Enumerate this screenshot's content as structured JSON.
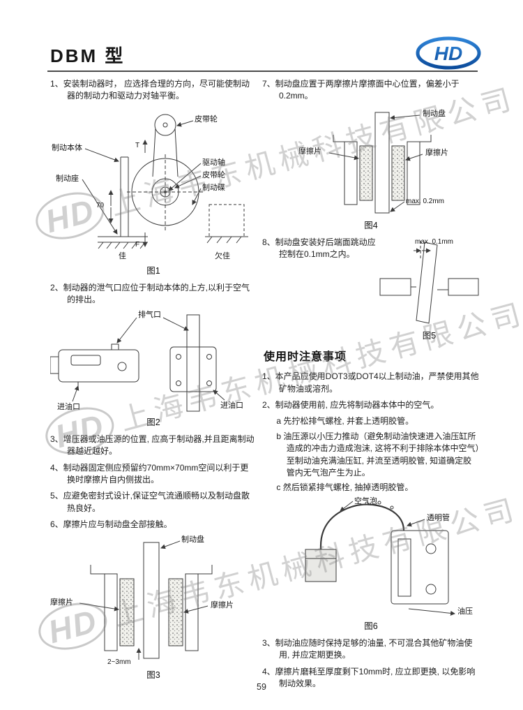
{
  "header": {
    "title": "DBM 型",
    "logo_text": "HD"
  },
  "watermark": {
    "logo": "HD",
    "text": "上海韦东机械科技有限公司"
  },
  "footer": {
    "page_number": "59"
  },
  "left": {
    "item1": "1、安装制动器时， 应选择合理的方向，尽可能使制动器的制动力和驱动力对轴平衡。",
    "item2": "2、制动器的泄气口应位于制动本体的上方,以利于空气的排出。",
    "item3": "3、增压器或油压源的位置, 应高于制动器,并且距离制动器越近越好。",
    "item4": "4、制动器固定侧应预留约70mm×70mm空间以利于更换时摩擦片自内侧拔出。",
    "item5": "5、应避免密封式设计,保证空气流通顺畅以及制动盘散热良好。",
    "item6": "6、摩擦片应与制动盘全部接触。"
  },
  "right": {
    "item7": "7、制动盘应置于两摩擦片摩擦面中心位置，偏差小于0.2mm。",
    "item8": "8、制动盘安装好后端面跳动应控制在0.1mm之内。",
    "notes_heading": "使用时注意事项",
    "note1": "1、本产品应使用DOT3或DOT4以上制动油，严禁使用其他矿物油或溶剂。",
    "note2": "2、制动器使用前, 应先将制动器本体中的空气。",
    "note2a": "a 先拧松排气螺栓, 并套上透明胶管。",
    "note2b": "b 油压源以小压力推动（避免制动油快速进入油压缸所造成的冲击力造成泡沫, 这将不利于排除本体中空气）至制动油充满油压缸, 并流至透明胶管, 知道确定胶管内无气泡产生为止。",
    "note2c": "c 然后锁紧排气螺栓, 抽掉透明胶管。",
    "note3": "3、制动油应随时保持足够的油量, 不可混合其他矿物油使用, 并应定期更换。",
    "note4": "4、摩擦片磨耗至厚度剩下10mm时, 应立即更换, 以免影响制动效果。"
  },
  "fig1": {
    "caption": "图1",
    "labels": {
      "belt_pulley_top": "皮带轮",
      "drive_shaft": "驱动轴",
      "belt_pulley_inner": "皮带轮",
      "brake_disc": "制动碟",
      "brake_body": "制动本体",
      "brake_seat": "制动座",
      "dim_70": "70",
      "force_t": "T",
      "force_f": "F",
      "good": "佳",
      "not_good": "欠佳"
    }
  },
  "fig2": {
    "caption": "图2",
    "labels": {
      "exhaust_port": "排气口",
      "oil_inlet_left": "进油口",
      "oil_inlet_right": "进油口"
    }
  },
  "fig3": {
    "caption": "图3",
    "labels": {
      "brake_disc": "制动盘",
      "pad_left": "摩擦片",
      "pad_right": "摩擦片",
      "gap": "2~3mm"
    }
  },
  "fig4": {
    "caption": "图4",
    "labels": {
      "brake_disc": "制动盘",
      "pad_left": "摩擦片",
      "pad_right": "摩擦片",
      "max_offset": "max. 0.2mm"
    }
  },
  "fig5": {
    "caption": "图5",
    "labels": {
      "max_runout": "max. 0.1mm"
    }
  },
  "fig6": {
    "caption": "图6",
    "labels": {
      "air_bubble": "空气泡",
      "transparent_tube": "透明管",
      "oil_pressure": "油压"
    }
  }
}
